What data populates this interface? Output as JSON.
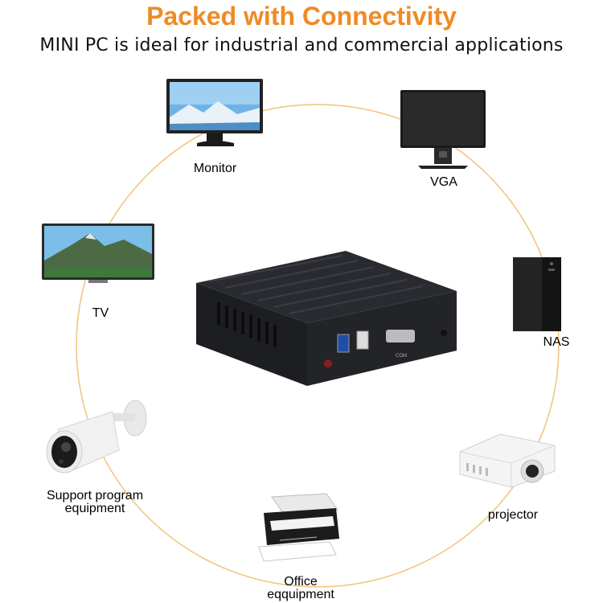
{
  "header": {
    "title": "Packed with Connectivity",
    "subtitle": "MINI PC is ideal for industrial and commercial applications"
  },
  "center_device": {
    "port_label": "COM"
  },
  "devices": [
    {
      "label": "Monitor"
    },
    {
      "label": "VGA"
    },
    {
      "label": "TV"
    },
    {
      "label": "NAS"
    },
    {
      "label_line1": "Support program",
      "label_line2": "equipment"
    },
    {
      "label": "projector"
    },
    {
      "label_line1": "Office",
      "label_line2": "eqquipment"
    }
  ],
  "colors": {
    "title": "#f08a24",
    "ring": "#f2c27a",
    "chassis": "#1d1e22"
  }
}
